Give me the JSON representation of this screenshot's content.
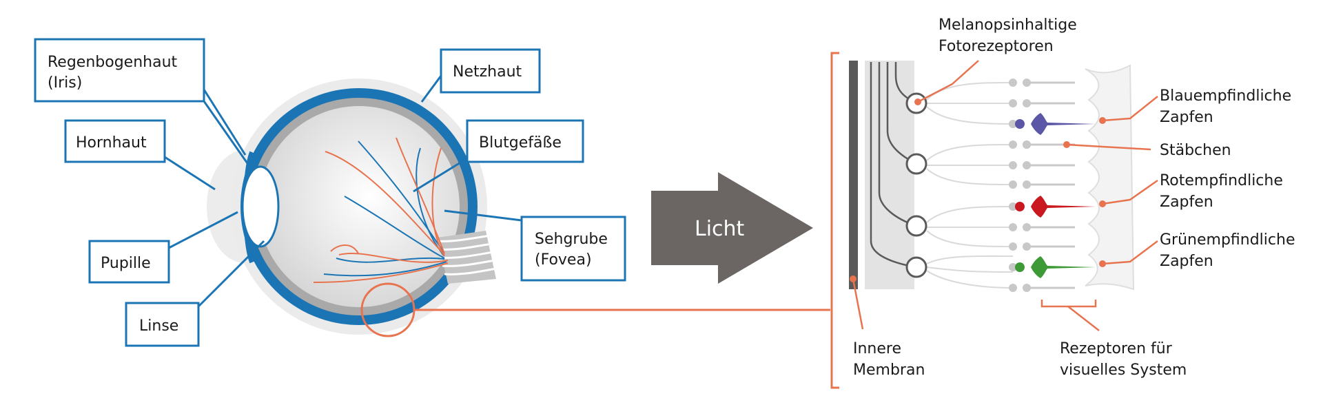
{
  "colors": {
    "blue": "#1b75b5",
    "orange": "#e8734f",
    "arrow": "#6b6663",
    "gray_dark": "#5a5a5a",
    "gray_light": "#e3e3e3",
    "cone_blue": "#5b56a6",
    "cone_red": "#c9181f",
    "cone_green": "#3d9a37"
  },
  "eye_labels": {
    "iris_1": "Regenbogenhaut",
    "iris_2": "(Iris)",
    "cornea": "Hornhaut",
    "pupil": "Pupille",
    "lens": "Linse",
    "retina": "Netzhaut",
    "vessels": "Blutgefäße",
    "fovea_1": "Sehgrube",
    "fovea_2": "(Fovea)"
  },
  "arrow_label": "Licht",
  "retina_labels": {
    "melanopsin_1": "Melanopsinhaltige",
    "melanopsin_2": "Fotorezeptoren",
    "blue_cones_1": "Blauempfindliche",
    "blue_cones_2": "Zapfen",
    "rods": "Stäbchen",
    "red_cones_1": "Rotempfindliche",
    "red_cones_2": "Zapfen",
    "green_cones_1": "Grünempfindliche",
    "green_cones_2": "Zapfen",
    "membrane_1": "Innere",
    "membrane_2": "Membran",
    "visual_1": "Rezeptoren für",
    "visual_2": "visuelles System"
  }
}
